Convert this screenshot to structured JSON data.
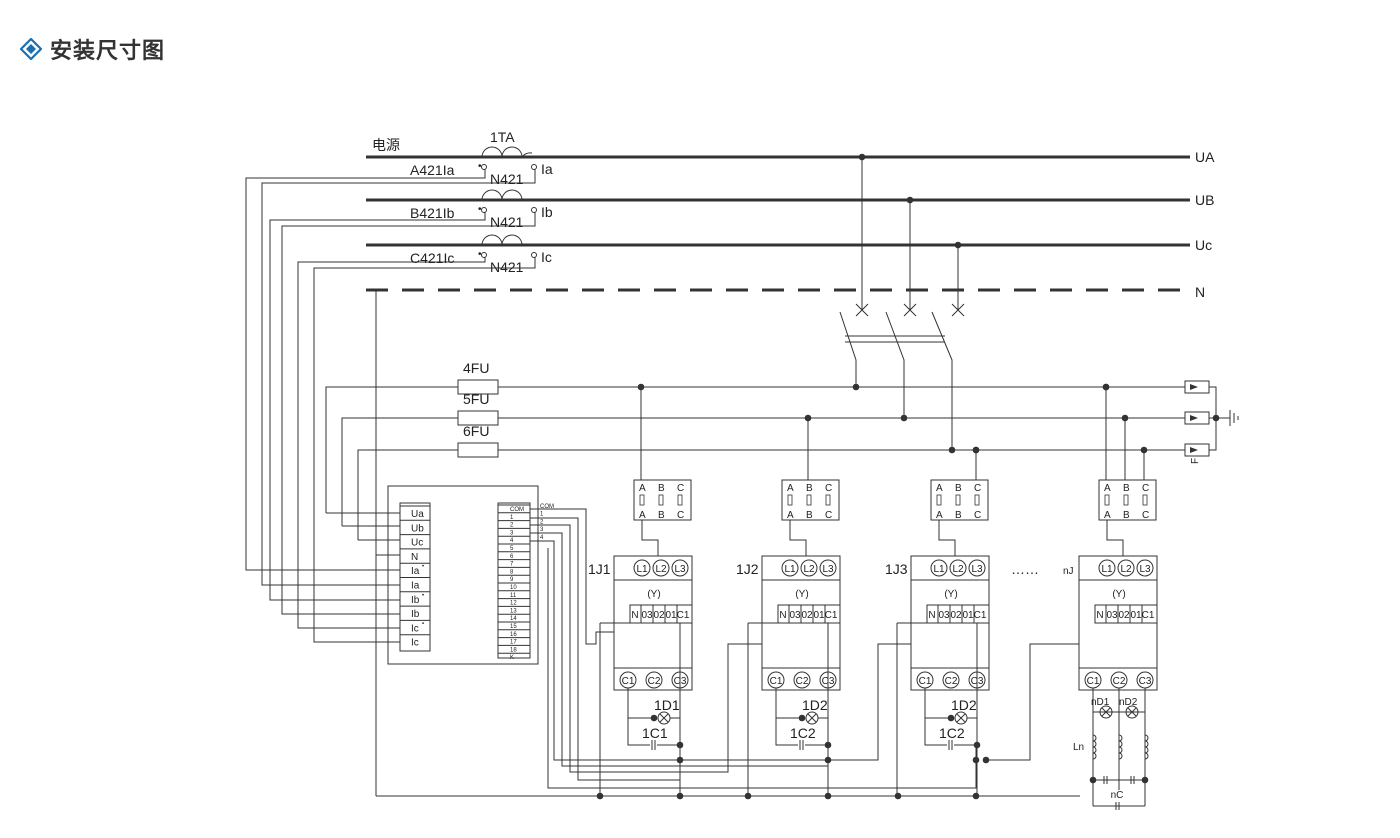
{
  "header": {
    "title": "安装尺寸图",
    "icon": "diamond-icon",
    "accent": "#1a6fb3"
  },
  "bus": {
    "source_label": "电源",
    "ct_label": "1TA",
    "lines": [
      {
        "name": "UA",
        "ct_in": "A421Ia",
        "ct_n": "N421",
        "ct_out": "Ia"
      },
      {
        "name": "UB",
        "ct_in": "B421Ib",
        "ct_n": "N421",
        "ct_out": "Ib"
      },
      {
        "name": "Uc",
        "ct_in": "C421Ic",
        "ct_n": "N421",
        "ct_out": "Ic"
      }
    ],
    "neutral": "N"
  },
  "fuses": [
    "4FU",
    "5FU",
    "6FU"
  ],
  "ground_label": "F",
  "meter": {
    "terminals": [
      "Ua",
      "Ub",
      "Uc",
      "N",
      "Ia*",
      "Ia",
      "Ib*",
      "Ib",
      "Ic*",
      "Ic"
    ],
    "com_terminals": [
      "COM",
      "1",
      "2",
      "3",
      "4",
      "5",
      "6",
      "7",
      "8",
      "9",
      "10",
      "11",
      "12",
      "13",
      "14",
      "15",
      "16",
      "17",
      "18",
      "K"
    ],
    "com_outputs": [
      "COM",
      "1",
      "2",
      "3",
      "4"
    ]
  },
  "contactors": [
    {
      "name": "1J1",
      "lamp": "1D1",
      "cap": "1C1"
    },
    {
      "name": "1J2",
      "lamp": "1D2",
      "cap": "1C2"
    },
    {
      "name": "1J3",
      "lamp": "1D2",
      "cap": "1C2"
    },
    {
      "name": "nJ",
      "lamp": "nD1",
      "lamp2": "nD2",
      "cap": "nC",
      "reactor": "Ln"
    }
  ],
  "contactor_labels": {
    "top": [
      "L1",
      "L2",
      "L3"
    ],
    "mode": "(Y)",
    "mid": [
      "N",
      "03",
      "02",
      "01",
      "C1"
    ],
    "bottom": [
      "C1",
      "C2",
      "C3"
    ],
    "switch_top": [
      "A",
      "B",
      "C"
    ],
    "ellipsis": "……"
  }
}
